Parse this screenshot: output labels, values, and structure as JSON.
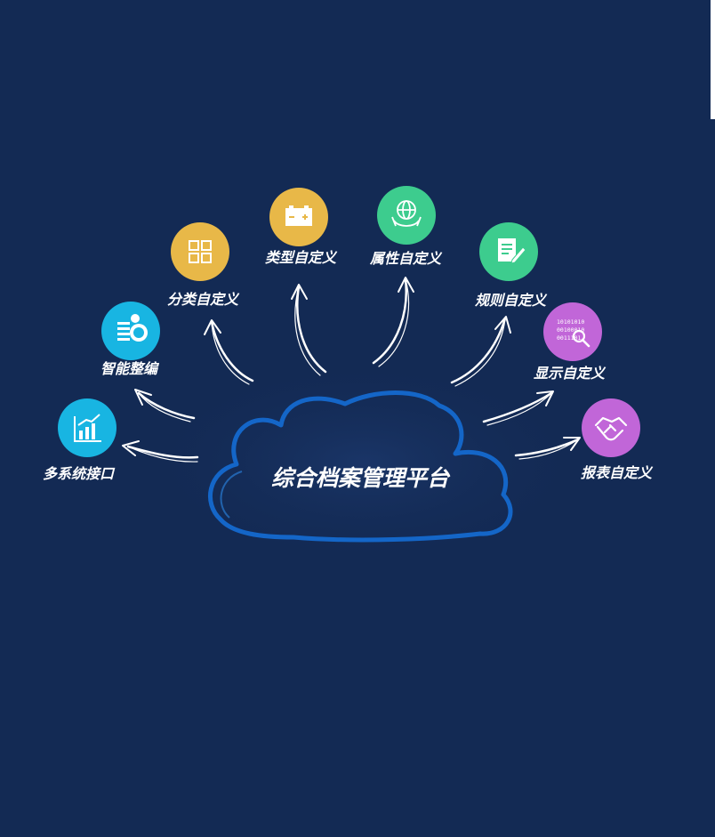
{
  "diagram": {
    "center_label": "综合档案管理平台",
    "nodes": [
      {
        "id": "multi-system-interface",
        "label": "多系统接口",
        "icon": "bar-chart-icon",
        "color": "#18b5e2"
      },
      {
        "id": "smart-compile",
        "label": "智能整编",
        "icon": "coin-stack-icon",
        "color": "#18b5e2"
      },
      {
        "id": "category-custom",
        "label": "分类自定义",
        "icon": "grid-icon",
        "color": "#e8b848"
      },
      {
        "id": "type-custom",
        "label": "类型自定义",
        "icon": "battery-icon",
        "color": "#e8b848"
      },
      {
        "id": "attribute-custom",
        "label": "属性自定义",
        "icon": "globe-hands-icon",
        "color": "#3dcc8e"
      },
      {
        "id": "rule-custom",
        "label": "规则自定义",
        "icon": "document-pen-icon",
        "color": "#3dcc8e"
      },
      {
        "id": "display-custom",
        "label": "显示自定义",
        "icon": "binary-search-icon",
        "color": "#c166d8"
      },
      {
        "id": "report-custom",
        "label": "报表自定义",
        "icon": "handshake-icon",
        "color": "#c166d8"
      }
    ],
    "binary_text": [
      "10101010",
      "00100010",
      "0011101"
    ]
  }
}
